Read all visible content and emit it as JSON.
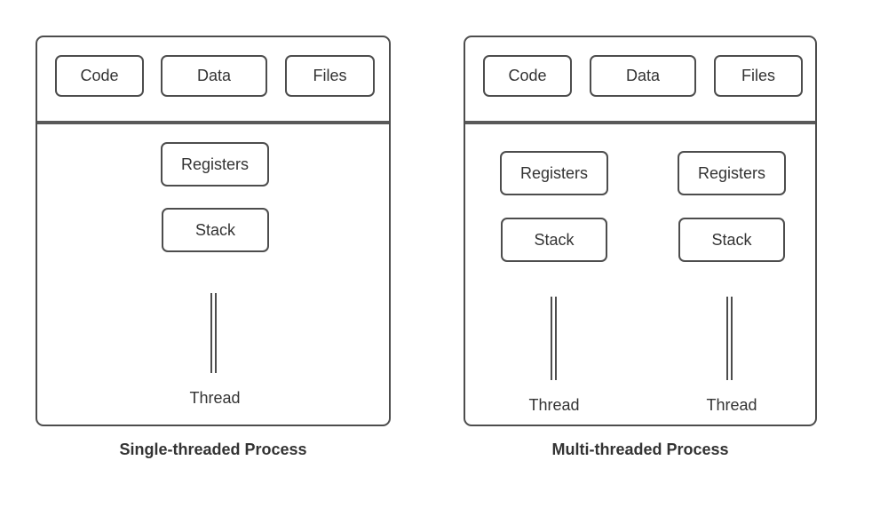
{
  "colors": {
    "background": "#ffffff",
    "border": "#4d4d4d",
    "divider": "#595959",
    "text": "#333333"
  },
  "processes": [
    {
      "caption": "Single-threaded Process",
      "memory_sections": [
        "Code",
        "Data",
        "Files"
      ],
      "threads": [
        {
          "registers": "Registers",
          "stack": "Stack",
          "label": "Thread"
        }
      ]
    },
    {
      "caption": "Multi-threaded Process",
      "memory_sections": [
        "Code",
        "Data",
        "Files"
      ],
      "threads": [
        {
          "registers": "Registers",
          "stack": "Stack",
          "label": "Thread"
        },
        {
          "registers": "Registers",
          "stack": "Stack",
          "label": "Thread"
        }
      ]
    }
  ]
}
